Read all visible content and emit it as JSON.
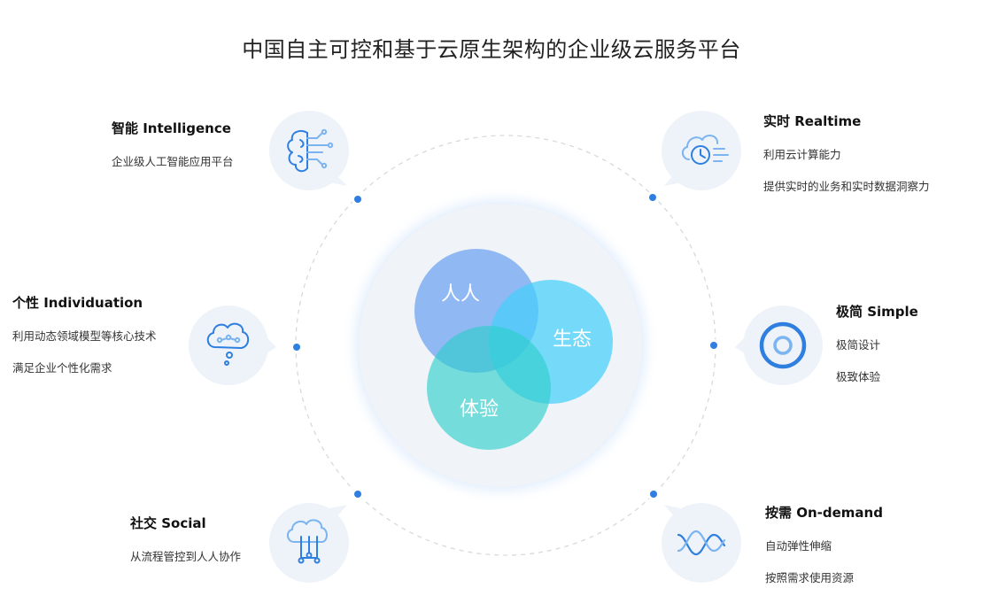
{
  "title": "中国自主可控和基于云原生架构的企业级云服务平台",
  "venn": {
    "circles": [
      {
        "label": "人人",
        "color": "#7aabf2"
      },
      {
        "label": "生态",
        "color": "#5ed6fb"
      },
      {
        "label": "体验",
        "color": "#56d6d4"
      }
    ]
  },
  "features": [
    {
      "key": "intelligence",
      "title": "智能 Intelligence",
      "desc": [
        "企业级人工智能应用平台"
      ],
      "icon": "brain-icon"
    },
    {
      "key": "individuation",
      "title": "个性 Individuation",
      "desc": [
        "利用动态领域模型等核心技术",
        "满足企业个性化需求"
      ],
      "icon": "thought-bubble-icon"
    },
    {
      "key": "social",
      "title": "社交 Social",
      "desc": [
        "从流程管控到人人协作"
      ],
      "icon": "cloud-network-icon"
    },
    {
      "key": "realtime",
      "title": "实时 Realtime",
      "desc": [
        "利用云计算能力",
        "提供实时的业务和实时数据洞察力"
      ],
      "icon": "cloud-clock-icon"
    },
    {
      "key": "simple",
      "title": "极简 Simple",
      "desc": [
        "极简设计",
        "极致体验"
      ],
      "icon": "target-circle-icon"
    },
    {
      "key": "ondemand",
      "title": "按需 On-demand",
      "desc": [
        "自动弹性伸缩",
        "按照需求使用资源"
      ],
      "icon": "wave-icon"
    }
  ],
  "colors": {
    "accent": "#2f7fe0",
    "bubble": "#eef3f9",
    "ring": "#d8dbe0"
  }
}
